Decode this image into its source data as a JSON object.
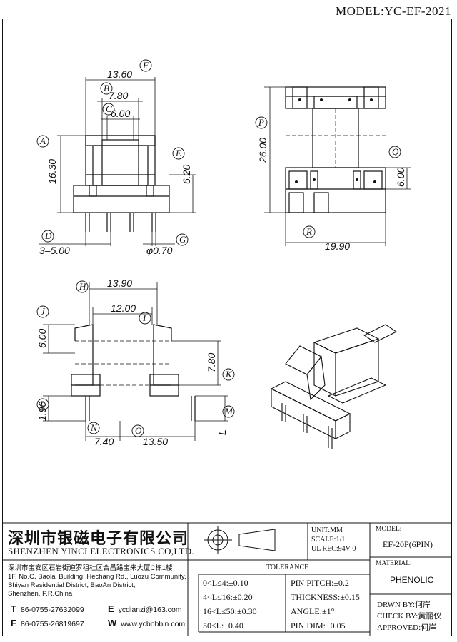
{
  "header": {
    "model": "MODEL:YC-EF-2021"
  },
  "dimensions": {
    "front": {
      "width": "13.60",
      "b": "7.80",
      "c": "6.00",
      "height": "16.30",
      "e": "6.20",
      "pins": "3–5.00",
      "pin_dia": "φ0.70"
    },
    "side": {
      "height": "26.00",
      "q": "6.00",
      "width": "19.90"
    },
    "top": {
      "outer": "13.90",
      "inner": "12.00",
      "j": "6.00",
      "k": "7.80",
      "l": "1.90",
      "n": "7.40",
      "o": "13.50",
      "m": "L"
    }
  },
  "labels": [
    "A",
    "B",
    "C",
    "D",
    "E",
    "F",
    "G",
    "H",
    "I",
    "J",
    "K",
    "L",
    "M",
    "N",
    "O",
    "P",
    "Q",
    "R"
  ],
  "company": {
    "name_cn": "深圳市银磁电子有限公司",
    "name_en": "SHENZHEN YINCI ELECTRONICS CO,LTD.",
    "address_cn": "深圳市宝安区石岩街道罗租社区合昌路宝来大厦C栋1楼",
    "address_en_1": "1F, No.C, Baolai Building, Hechang Rd., Luozu Community,",
    "address_en_2": "Shiyan Residential District, BaoAn District,",
    "address_en_3": "Shenzhen, P.R.China",
    "tel": "86-0755-27632099",
    "fax": "86-0755-26819697",
    "email": "ycdianzi@163.com",
    "web": "www.ycbobbin.com",
    "t_label": "T",
    "f_label": "F",
    "e_label": "E",
    "w_label": "W"
  },
  "specs": {
    "unit": "UNIT:MM",
    "scale": "SCALE:1/1",
    "ul": "UL REC:94V-0",
    "model_label": "MODEL:",
    "model_value": "EF-20P(6PIN)",
    "material_label": "MATERIAL:",
    "material_value": "PHENOLIC"
  },
  "tolerance": {
    "heading": "TOLERANCE",
    "rows": [
      "0<L≤4:±0.10",
      "4<L≤16:±0.20",
      "16<L≤50:±0.30",
      "50≤L:±0.40"
    ],
    "pin_pitch": "PIN PITCH:±0.2",
    "thickness": "THICKNESS:±0.15",
    "angle": "ANGLE:±1°",
    "pin_dim": "PIN DIM:±0.05"
  },
  "signoff": {
    "drawn": "DRWN BY:何岸",
    "check": "CHECK BY:黄丽仪",
    "approved": "APPROVED:何岸"
  }
}
